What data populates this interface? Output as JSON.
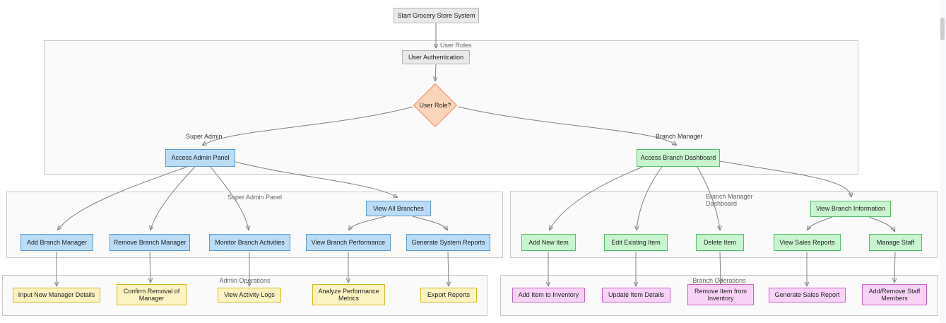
{
  "groups": {
    "user_roles": "User Roles",
    "super_admin_panel": "Super Admin Panel",
    "branch_manager_dashboard": "Branch Manager Dashboard",
    "admin_operations": "Admin Operations",
    "branch_operations": "Branch Operations"
  },
  "edge_labels": {
    "super_admin": "Super Admin",
    "branch_manager": "Branch Manager"
  },
  "nodes": {
    "start": "Start Grocery Store System",
    "user_authentication": "User Authentication",
    "user_role_decision": "User Role?",
    "access_admin_panel": "Access Admin Panel",
    "access_branch_dashboard": "Access Branch Dashboard",
    "view_all_branches": "View All Branches",
    "add_branch_manager": "Add Branch Manager",
    "remove_branch_manager": "Remove Branch Manager",
    "monitor_branch_activities": "Monitor Branch Activities",
    "view_branch_performance": "View Branch Performance",
    "generate_system_reports": "Generate System Reports",
    "view_branch_information": "View Branch Information",
    "add_new_item": "Add New Item",
    "edit_existing_item": "Edit Existing Item",
    "delete_item": "Delete Item",
    "view_sales_reports": "View Sales Reports",
    "manage_staff": "Manage Staff",
    "input_new_manager_details": "Input New Manager Details",
    "confirm_removal_of_manager": "Confirm Removal of Manager",
    "view_activity_logs": "View Activity Logs",
    "analyze_performance_metrics": "Analyze Performance Metrics",
    "export_reports": "Export Reports",
    "add_item_to_inventory": "Add Item to Inventory",
    "update_item_details": "Update Item Details",
    "remove_item_from_inventory": "Remove Item from Inventory",
    "generate_sales_report": "Generate Sales Report",
    "add_remove_staff_members": "Add/Remove Staff Members"
  },
  "colors": {
    "node_gray_fill": "#e9e9e9",
    "node_gray_border": "#b5b5b5",
    "node_blue_fill": "#badcf7",
    "node_blue_border": "#5e9cd3",
    "node_green_fill": "#c8f5cf",
    "node_green_border": "#57bd6d",
    "node_peach_fill": "#f9d6ba",
    "node_peach_border": "#ee8866",
    "node_yellow_fill": "#fcf3c2",
    "node_yellow_border": "#d9b822",
    "node_pink_fill": "#f8d3f7",
    "node_pink_border": "#c863c8",
    "edge_stroke": "#808080",
    "container_fill": "#fafafa",
    "container_border": "#c9c9c9"
  }
}
